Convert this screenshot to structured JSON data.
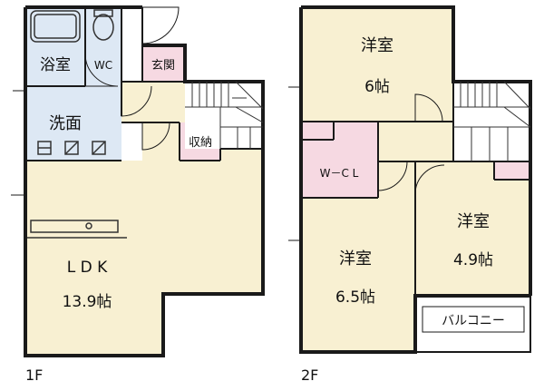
{
  "floors": [
    {
      "caption": "1F",
      "rooms": [
        {
          "id": "bath",
          "name": "浴室",
          "area": ""
        },
        {
          "id": "wc",
          "name": "WC",
          "area": ""
        },
        {
          "id": "genkan",
          "name": "玄関",
          "area": ""
        },
        {
          "id": "washroom",
          "name": "洗面",
          "area": ""
        },
        {
          "id": "storage",
          "name": "収納",
          "area": ""
        },
        {
          "id": "ldk",
          "name": "L D K",
          "area": "13.9帖"
        }
      ]
    },
    {
      "caption": "2F",
      "rooms": [
        {
          "id": "western-north",
          "name": "洋室",
          "area": "6帖"
        },
        {
          "id": "wcl",
          "name": "W－C L",
          "area": ""
        },
        {
          "id": "western-east",
          "name": "洋室",
          "area": "4.9帖"
        },
        {
          "id": "western-south",
          "name": "洋室",
          "area": "6.5帖"
        },
        {
          "id": "balcony",
          "name": "バルコニー",
          "area": ""
        }
      ]
    }
  ],
  "colors": {
    "floor": "#f8f0d2",
    "wet_area": "#dde8f4",
    "entry": "#f6d9e2",
    "wall": "#1a1a1a",
    "fixture": "#333333"
  }
}
